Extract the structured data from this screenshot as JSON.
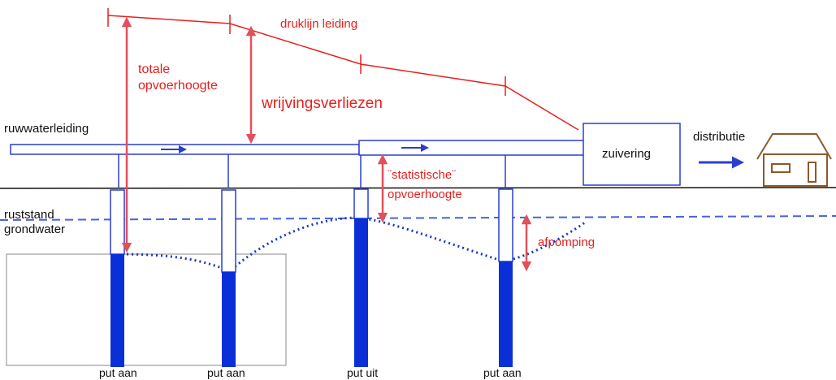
{
  "labels": {
    "druklijn": "druklijn leiding",
    "totale_1": "totale",
    "totale_2": "opvoerhoogte",
    "wrijving": "wrijvingsverliezen",
    "ruwwater": "ruwwaterleiding",
    "zuivering": "zuivering",
    "distributie": "distributie",
    "statistische_1": "¨statistische¨",
    "statistische_2": "opvoerhoogte",
    "ruststand_1": "ruststand",
    "ruststand_2": "grondwater",
    "afpomping": "afpomping"
  },
  "wells": [
    {
      "label": "put aan"
    },
    {
      "label": "put aan"
    },
    {
      "label": "put uit"
    },
    {
      "label": "put aan"
    }
  ],
  "colors": {
    "red_line": "#e8201e",
    "arrow_red": "#e2505a",
    "pipe_blue": "#2a3fd0",
    "water_blue": "#0a2fd6",
    "dashed_blue": "#4a62d8",
    "house_brown": "#8b5a2b"
  }
}
